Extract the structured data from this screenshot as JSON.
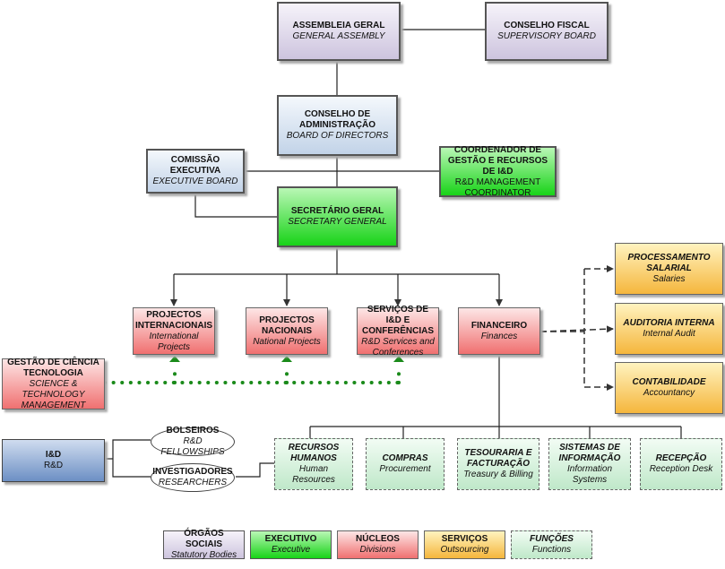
{
  "nodes": {
    "assembleia": {
      "title": "ASSEMBLEIA GERAL",
      "subtitle": "GENERAL ASSEMBLY"
    },
    "conselho_fiscal": {
      "title": "CONSELHO FISCAL",
      "subtitle": "SUPERVISORY BOARD"
    },
    "conselho_admin": {
      "title": "CONSELHO DE ADMINISTRAÇÃO",
      "subtitle": "BOARD OF DIRECTORS"
    },
    "comissao": {
      "title": "COMISSÃO EXECUTIVA",
      "subtitle": "EXECUTIVE BOARD"
    },
    "coordenador": {
      "title": "COORDENADOR DE GESTÃO E RECURSOS DE I&D",
      "subtitle": "R&D MANAGEMENT COORDINATOR"
    },
    "secretario": {
      "title": "SECRETÁRIO GERAL",
      "subtitle": "SECRETARY GENERAL"
    },
    "proj_int": {
      "title": "PROJECTOS INTERNACIONAIS",
      "subtitle": "International Projects"
    },
    "proj_nac": {
      "title": "PROJECTOS NACIONAIS",
      "subtitle": "National Projects"
    },
    "servicos_id": {
      "title": "SERVIÇOS DE I&D E CONFERÊNCIAS",
      "subtitle": "R&D Services and Conferences"
    },
    "financeiro": {
      "title": "FINANCEIRO",
      "subtitle": "Finances"
    },
    "processamento": {
      "title": "PROCESSAMENTO SALARIAL",
      "subtitle": "Salaries"
    },
    "auditoria": {
      "title": "AUDITORIA INTERNA",
      "subtitle": "Internal Audit"
    },
    "contabilidade": {
      "title": "CONTABILIDADE",
      "subtitle": "Accountancy"
    },
    "gestao_ct": {
      "title": "GESTÃO DE CIÊNCIA TECNOLOGIA",
      "subtitle": "SCIENCE & TECHNOLOGY MANAGEMENT"
    },
    "id": {
      "title": "I&D",
      "subtitle": "R&D"
    },
    "bolseiros": {
      "title": "BOLSEIROS",
      "subtitle": "R&D FELLOWSHIPS"
    },
    "investigadores": {
      "title": "INVESTIGADORES",
      "subtitle": "RESEARCHERS"
    },
    "rh": {
      "title": "RECURSOS HUMANOS",
      "subtitle": "Human Resources"
    },
    "compras": {
      "title": "COMPRAS",
      "subtitle": "Procurement"
    },
    "tesouraria": {
      "title": "TESOURARIA E FACTURAÇÃO",
      "subtitle": "Treasury & Billing"
    },
    "sistemas": {
      "title": "SISTEMAS DE INFORMAÇÃO",
      "subtitle": "Information Systems"
    },
    "recepcao": {
      "title": "RECEPÇÃO",
      "subtitle": "Reception Desk"
    }
  },
  "legend": [
    {
      "title": "ÓRGÃOS SOCIAIS",
      "subtitle": "Statutory Bodies",
      "color": "#d9d2e9"
    },
    {
      "title": "EXECUTIVO",
      "subtitle": "Executive",
      "color": "#2edb2e"
    },
    {
      "title": "NÚCLEOS",
      "subtitle": "Divisions",
      "color": "#f27a7a"
    },
    {
      "title": "SERVIÇOS",
      "subtitle": "Outsourcing",
      "color": "#f6b93e"
    },
    {
      "title": "FUNÇÕES",
      "subtitle": "Functions",
      "color": "#c6ecd0"
    }
  ]
}
